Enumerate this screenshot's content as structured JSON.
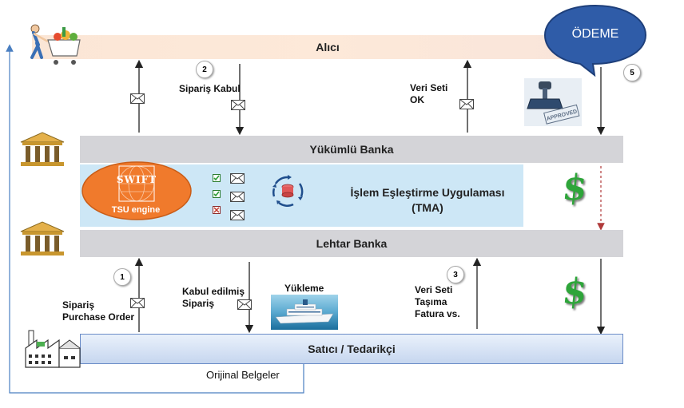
{
  "bands": {
    "alici": "Alıcı",
    "yukumlu": "Yükümlü Banka",
    "tma_line1": "İşlem Eşleştirme Uygulaması",
    "tma_line2": "(TMA)",
    "lehtar": "Lehtar Banka",
    "satici": "Satıcı / Tedarikçi"
  },
  "odeme": "ÖDEME",
  "steps": [
    "1",
    "2",
    "3",
    "5"
  ],
  "labels": {
    "siparis_kabul": "Sipariş Kabul",
    "veri_seti_ok_1": "Veri Seti",
    "veri_seti_ok_2": "OK",
    "siparis_1": "Sipariş",
    "siparis_2": "Purchase Order",
    "kabul_edilmis_1": "Kabul edilmiş",
    "kabul_edilmis_2": "Sipariş",
    "yukleme": "Yükleme",
    "veri_seti_tasima_1": "Veri Seti",
    "veri_seti_tasima_2": "Taşıma",
    "veri_seti_tasima_3": "Fatura vs.",
    "orijinal_belgeler": "Orijinal Belgeler"
  },
  "swift": {
    "logo": "SWIFT",
    "caption": "TSU engine"
  },
  "stamp": "APPROVED",
  "dollar": "$",
  "colors": {
    "alici_band": "#fde9d9",
    "bank_band": "#d4d4d8",
    "tma_band": "#cde7f6",
    "satici_band": "#c6d6ef",
    "odeme_bubble": "#2f5ca8",
    "swift_ellipse": "#f07a2c",
    "dollar": "#2ea53a"
  },
  "icons": [
    "shopper-icon",
    "bank-icon",
    "factory-icon",
    "ship-icon",
    "stamp-icon",
    "database-cycle-icon",
    "envelope-icon",
    "checkbox-icon",
    "dollar-icon"
  ]
}
